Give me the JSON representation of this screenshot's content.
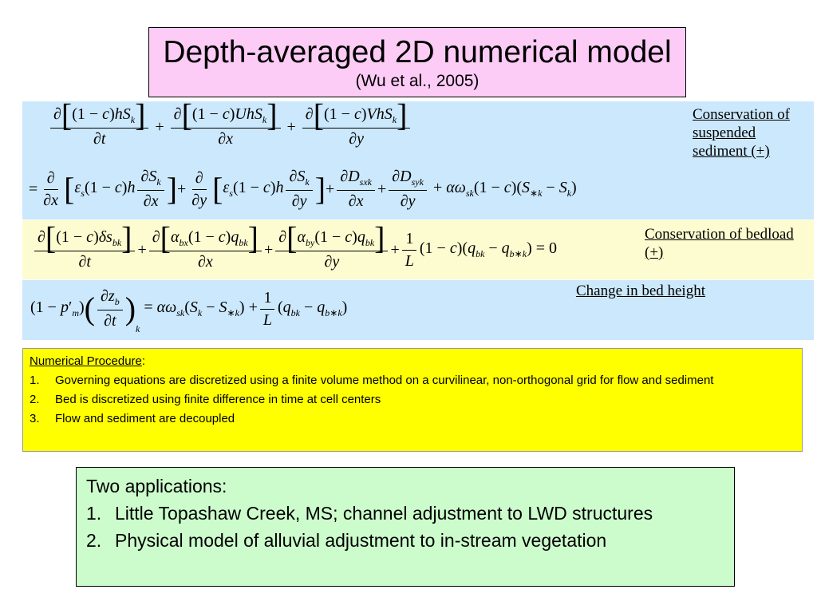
{
  "title": {
    "main": "Depth-averaged 2D numerical model",
    "sub": "(Wu et al., 2005)"
  },
  "notes": {
    "suspended": "Conservation of suspended sediment (+)",
    "bedload": "Conservation of bedload (+)",
    "bed_height": "Change in bed height"
  },
  "procedure": {
    "heading": "Numerical Procedure",
    "colon": ":",
    "items": [
      {
        "num": "1.",
        "text": "Governing equations are discretized using a finite volume method on a curvilinear, non-orthogonal grid for flow and sediment"
      },
      {
        "num": "2.",
        "text": "Bed is discretized using finite difference in time at cell centers"
      },
      {
        "num": "3.",
        "text": "Flow and sediment are decoupled"
      }
    ]
  },
  "applications": {
    "heading": "Two applications:",
    "items": [
      {
        "num": "1.",
        "text": "Little Topashaw Creek, MS; channel adjustment to LWD structures"
      },
      {
        "num": "2.",
        "text": "Physical model of alluvial adjustment to in-stream vegetation"
      }
    ]
  },
  "colors": {
    "title_bg": "#fccbf6",
    "suspended_bg": "#cce8fc",
    "bedload_bg": "#fdfcd0",
    "procedure_bg": "#ffff00",
    "applications_bg": "#ccfccc"
  }
}
